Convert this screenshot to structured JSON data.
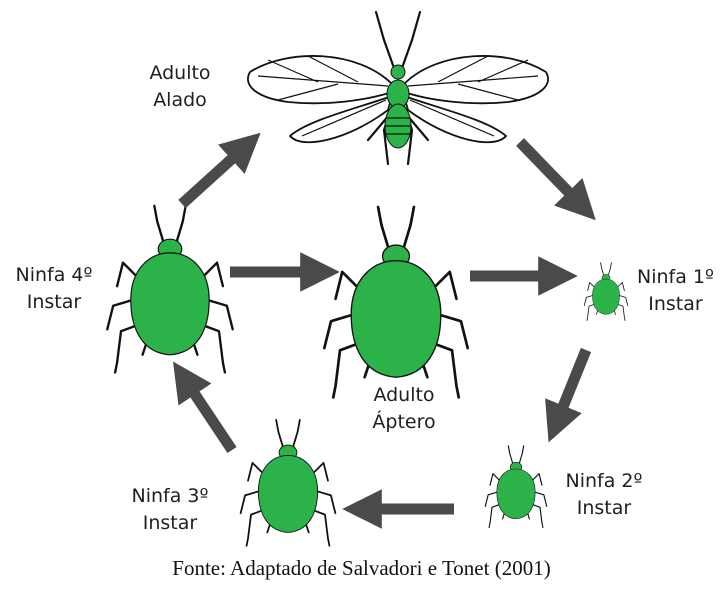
{
  "labels": {
    "adulto_alado": [
      "Adulto",
      "Alado"
    ],
    "adulto_aptero": [
      "Adulto",
      "Áptero"
    ],
    "ninfa_1": [
      "Ninfa 1º",
      "Instar"
    ],
    "ninfa_2": [
      "Ninfa 2º",
      "Instar"
    ],
    "ninfa_3": [
      "Ninfa 3º",
      "Instar"
    ],
    "ninfa_4": [
      "Ninfa 4º",
      "Instar"
    ]
  },
  "caption": "Fonte: Adaptado de Salvadori e Tonet (2001)",
  "colors": {
    "aphid_body": "#2bb34a",
    "outline": "#111111",
    "arrow": "#4a4a4a"
  },
  "icons": {
    "winged_adult": "winged-aphid-icon",
    "wingless_aphid": "aphid-icon"
  }
}
